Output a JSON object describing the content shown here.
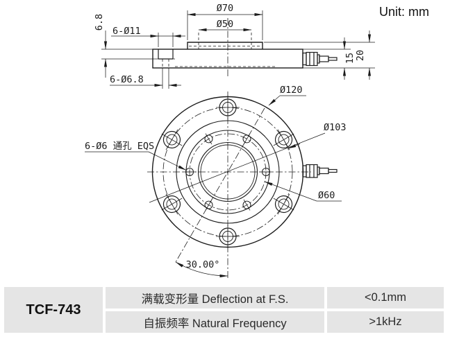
{
  "unit_label": "Unit: mm",
  "drawing": {
    "side_view": {
      "dim_plate_thickness": "6.8",
      "dim_counterbore_holes": "6-Ø11",
      "dim_through_holes": "6-Ø6.8",
      "dim_boss_outer": "Ø70",
      "dim_boss_inner": "Ø50",
      "dim_body_height": "15",
      "dim_total_height": "20"
    },
    "front_view": {
      "dim_outer_diameter": "Ø120",
      "dim_bolt_circle": "Ø103",
      "dim_inner_hole_circle": "Ø60",
      "dim_small_holes": "6-Ø6 通孔 EQS",
      "dim_angle": "30.00°"
    }
  },
  "table": {
    "model": "TCF-743",
    "rows": [
      {
        "label": "满载变形量 Deflection at F.S.",
        "value": "<0.1mm"
      },
      {
        "label": "自振频率 Natural Frequency",
        "value": ">1kHz"
      }
    ]
  },
  "colors": {
    "line": "#1c1c1c",
    "cell_bg": "#e5e5e5"
  }
}
